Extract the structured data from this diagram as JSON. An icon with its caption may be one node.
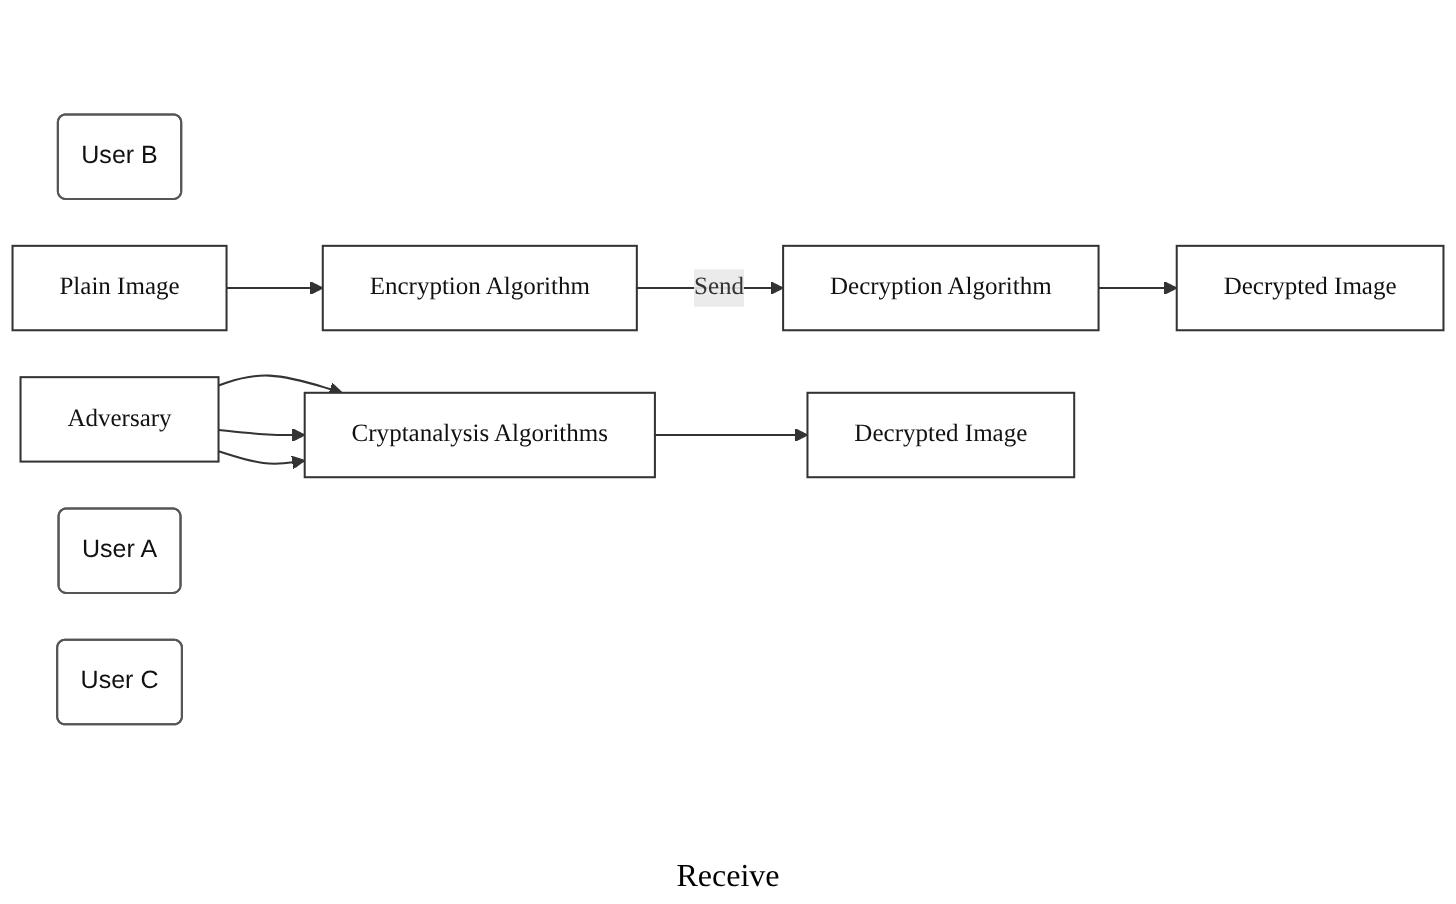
{
  "diagram": {
    "nodes": [
      {
        "text": [
          "User B"
        ]
      },
      {
        "text": [
          "Decrypted Image"
        ]
      },
      {
        "text": [
          "Adversary"
        ]
      },
      {
        "text": [
          "Encryption Algorithm"
        ]
      },
      {
        "text": [
          "Decryption Algorithm"
        ]
      },
      {
        "text": [
          "Cryptanalysis Algorithms"
        ]
      },
      {
        "text": [
          "Plain Image"
        ]
      },
      {
        "text": [
          "Decrypted Image"
        ]
      },
      {
        "text": [
          "User A"
        ]
      },
      {
        "text": [
          "User C"
        ]
      }
    ],
    "edges": [
      {
        "from": 6,
        "to": 3,
        "arrow": "to"
      },
      {
        "from": 3,
        "to": 4,
        "arrow": "to",
        "label": "Send"
      },
      {
        "from": 4,
        "to": 1,
        "arrow": "to"
      },
      {
        "from": 2,
        "to": 5,
        "arrow": "to"
      },
      {
        "from": 2,
        "to": 5,
        "arrow": "to"
      },
      {
        "from": 2,
        "to": 5,
        "arrow": "to"
      },
      {
        "from": 5,
        "to": 7,
        "arrow": "to"
      }
    ],
    "labels": [
      "Receive"
    ]
  }
}
